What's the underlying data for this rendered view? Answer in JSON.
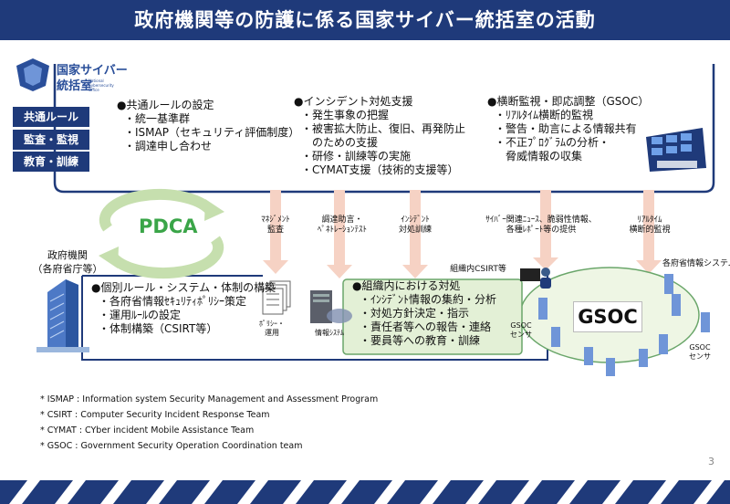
{
  "title": "政府機関等の防護に係る国家サイバー統括室の活動",
  "logo": {
    "line1": "国家サイバー",
    "line2": "統括室",
    "small": "National Cybersecurity Office"
  },
  "side_labels": [
    "共通ルール",
    "監査・監視",
    "教育・訓練"
  ],
  "col1": {
    "heading": "●共通ルールの設定",
    "items": [
      "・統一基準群",
      "・ISMAP（セキュリティ評価制度）",
      "・調達申し合わせ"
    ]
  },
  "col2": {
    "heading": "●インシデント対処支援",
    "items": [
      "・発生事象の把握",
      "・被害拡大防止、復旧、再発防止",
      "　のための支援",
      "・研修・訓練等の実施",
      "・CYMAT支援（技術的支援等）"
    ]
  },
  "col3": {
    "heading": "●横断監視・即応調整（GSOC）",
    "items": [
      "・ﾘｱﾙﾀｲﾑ横断的監視",
      "・警告・助言による情報共有",
      "・不正ﾌﾟﾛｸﾞﾗﾑの分析・",
      "　脅威情報の収集"
    ]
  },
  "pdca": "PDCA",
  "arrows": {
    "a1": [
      "ﾏﾈｼﾞﾒﾝﾄ",
      "監査"
    ],
    "a2": [
      "調達助言・",
      "ﾍﾟﾈﾄﾚｰｼｮﾝﾃｽﾄ"
    ],
    "a3": [
      "ｲﾝｼﾃﾞﾝﾄ",
      "対処訓練"
    ],
    "a4": [
      "ｻｲﾊﾞｰ関連ﾆｭｰｽ、脆弱性情報、",
      "各種ﾚﾎﾟｰﾄ等の提供"
    ],
    "a5": [
      "ﾘｱﾙﾀｲﾑ",
      "横断的監視"
    ]
  },
  "agency": {
    "label1": "政府機関",
    "label2": "（各府省庁等）"
  },
  "lower_left": {
    "heading": "●個別ルール・システム・体制の構築",
    "items": [
      "・各府省情報ｾｷｭﾘﾃｨﾎﾟﾘｼｰ策定",
      "・運用ﾙｰﾙの設定",
      "・体制構築（CSIRT等）"
    ]
  },
  "policy_label": [
    "ﾎﾟﾘｼｰ・",
    "運用"
  ],
  "system_label": "情報ｼｽﾃﾑ",
  "csirt_label": "組織内CSIRT等",
  "inner": {
    "heading": "●組織内における対処",
    "items": [
      "・ｲﾝｼﾃﾞﾝﾄ情報の集約・分析",
      "・対処方針決定・指示",
      "・責任者等への報告・連絡",
      "・要員等への教育・訓練"
    ]
  },
  "gsoc_sensor": [
    "GSOC",
    "センサ"
  ],
  "gsoc_sensor2": [
    "GSOC",
    "センサ"
  ],
  "gsoc_logo": "GSOC",
  "ministry_systems": "各府省情報システム",
  "footnotes": [
    "* ISMAP : Information system Security Management and Assessment Program",
    "* CSIRT : Computer Security Incident Response Team",
    "* CYMAT : CYber incident Mobile Assistance Team",
    "* GSOC : Government Security Operation Coordination team"
  ],
  "page_number": "3",
  "colors": {
    "navy": "#1f3a7a",
    "green": "#3aa548",
    "arrow": "#f6d2c4",
    "greenbox": "#e3f0d6",
    "ellipse": "#eef6e4"
  }
}
